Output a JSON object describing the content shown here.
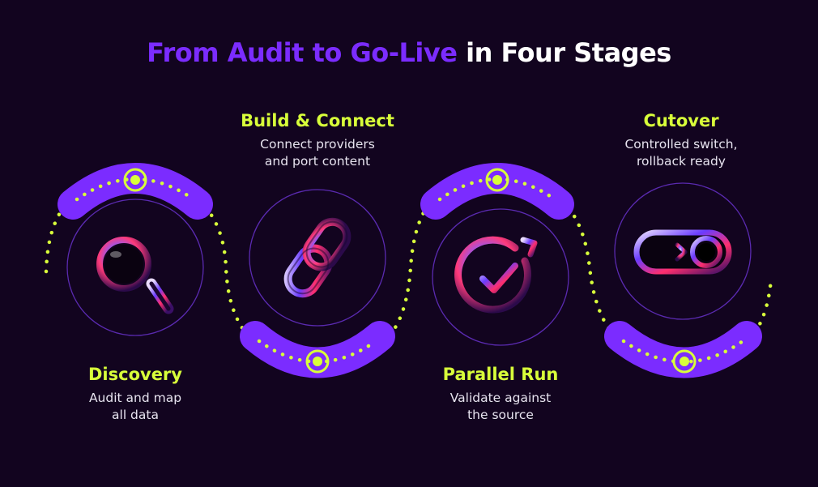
{
  "title": {
    "accent": "From Audit to Go-Live",
    "rest": " in Four Stages"
  },
  "colors": {
    "background": "#12041f",
    "accent_purple": "#7b2cff",
    "lime": "#d8ff3a",
    "ring": "#5a2ab0"
  },
  "stages": [
    {
      "title": "Discovery",
      "description": "Audit and map\nall data",
      "icon": "magnifying-glass-icon"
    },
    {
      "title": "Build & Connect",
      "description": "Connect providers\nand port content",
      "icon": "chain-link-icon"
    },
    {
      "title": "Parallel Run",
      "description": "Validate against\nthe source",
      "icon": "refresh-check-icon"
    },
    {
      "title": "Cutover",
      "description": "Controlled switch,\nrollback ready",
      "icon": "toggle-switch-icon"
    }
  ]
}
